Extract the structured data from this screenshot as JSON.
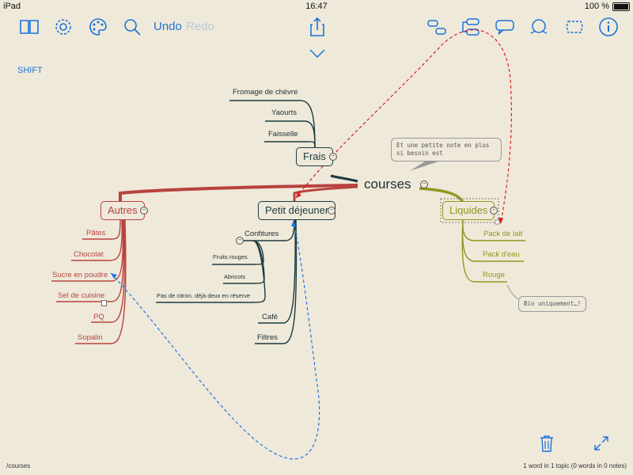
{
  "status": {
    "device": "iPad",
    "time": "16:47",
    "battery": "100 %"
  },
  "toolbar": {
    "undo": "Undo",
    "redo": "Redo"
  },
  "shift_label": "SHIFT",
  "central": "courses",
  "nodes": {
    "frais": "Frais",
    "petit": "Petit déjeuner",
    "autres": "Autres",
    "liquides": "Liquides"
  },
  "frais_items": [
    "Fromage de chèvre",
    "Yaourts",
    "Faisselle"
  ],
  "autres_items": [
    "Pâtes",
    "Chocolat",
    "Sucre en poudre",
    "Sel de cuisine",
    "PQ",
    "Sopalin"
  ],
  "petit_items": {
    "confitures": "Confitures",
    "conf_sub": [
      "Fruits rouges",
      "Abricots",
      "Pas de citron, déjà deux en réserve"
    ],
    "cafe": "Café",
    "filtres": "Filtres"
  },
  "liquides_items": [
    "Pack de lait",
    "Pack d'eau",
    "Rouge"
  ],
  "notes": {
    "central": "Et une petite note en plus si besoin est",
    "rouge": "Bio uniquement…!"
  },
  "footer": {
    "path": "/courses",
    "stats": "1 word in 1 topic (0 words in 0 notes)"
  },
  "colors": {
    "accent": "#1a73d9",
    "frais": "#1c3a40",
    "autres": "#b8423e",
    "liquides": "#8c9a1c"
  }
}
